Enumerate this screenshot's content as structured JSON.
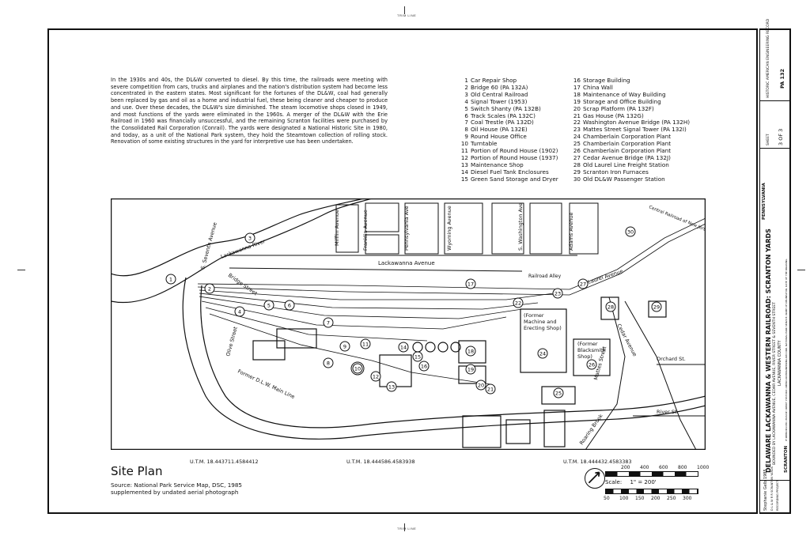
{
  "trim_line": "TRIM LINE",
  "history_text": "In the 1930s and 40s, the DL&W converted to diesel. By this time, the railroads were meeting with severe competition from cars, trucks and airplanes and the nation's distribution system had become less concentrated in the eastern states. Most significant for the fortunes of the DL&W, coal had generally been replaced by gas and oil as a home and industrial fuel, these being cleaner and cheaper to produce and use. Over these decades, the DL&W's size diminished. The steam locomotive shops closed in 1949, and most functions of the yards were eliminated in the 1960s. A merger of the DL&W with the Erie Railroad in 1960 was financially unsuccessful, and the remaining Scranton facilities were purchased by the Consolidated Rail Corporation (Conrail). The yards were designated a National Historic Site in 1980, and today, as a unit of the National Park system, they hold the Steamtown collection of rolling stock. Renovation of some existing structures in the yard for interpretive use has been undertaken.",
  "legend_left": [
    {
      "n": "1",
      "label": "Car Repair Shop"
    },
    {
      "n": "2",
      "label": "Bridge 60 (PA 132A)"
    },
    {
      "n": "3",
      "label": "Old Central Railroad"
    },
    {
      "n": "4",
      "label": "Signal Tower (1953)"
    },
    {
      "n": "5",
      "label": "Switch Shanty (PA 132B)"
    },
    {
      "n": "6",
      "label": "Track Scales (PA 132C)"
    },
    {
      "n": "7",
      "label": "Coal Trestle (PA 132D)"
    },
    {
      "n": "8",
      "label": "Oil House (PA 132E)"
    },
    {
      "n": "9",
      "label": "Round House Office"
    },
    {
      "n": "10",
      "label": "Turntable"
    },
    {
      "n": "11",
      "label": "Portion of Round House (1902)"
    },
    {
      "n": "12",
      "label": "Portion of Round House (1937)"
    },
    {
      "n": "13",
      "label": "Maintenance Shop"
    },
    {
      "n": "14",
      "label": "Diesel Fuel Tank Enclosures"
    },
    {
      "n": "15",
      "label": "Green Sand Storage and Dryer"
    }
  ],
  "legend_right": [
    {
      "n": "16",
      "label": "Storage Building"
    },
    {
      "n": "17",
      "label": "China Wall"
    },
    {
      "n": "18",
      "label": "Maintenance of Way Building"
    },
    {
      "n": "19",
      "label": "Storage and Office Building"
    },
    {
      "n": "20",
      "label": "Scrap Platform (PA 132F)"
    },
    {
      "n": "21",
      "label": "Gas House (PA 132G)"
    },
    {
      "n": "22",
      "label": "Washington Avenue Bridge (PA 132H)"
    },
    {
      "n": "23",
      "label": "Mattes Street Signal Tower (PA 132I)"
    },
    {
      "n": "24",
      "label": "Chamberlain Corporation Plant"
    },
    {
      "n": "25",
      "label": "Chamberlain Corporation Plant"
    },
    {
      "n": "26",
      "label": "Chamberlain Corporation Plant"
    },
    {
      "n": "27",
      "label": "Cedar Avenue Bridge (PA 132J)"
    },
    {
      "n": "28",
      "label": "Old Laurel Line Freight Station"
    },
    {
      "n": "29",
      "label": "Scranton Iron Furnaces"
    },
    {
      "n": "30",
      "label": "Old DL&W Passenger Station"
    }
  ],
  "map": {
    "streets": {
      "mifflin": "Mifflin Avenue",
      "franklin": "Franklin Avenue",
      "penn": "Pennsylvania Ave",
      "wyoming": "Wyoming Avenue",
      "washington": "S. Washington Ave",
      "adams": "Adams Avenue",
      "lackawanna": "Lackawanna Avenue",
      "railroad_alley": "Railroad Alley",
      "laurel": "Laurel Avenue",
      "cedar": "Cedar Avenue",
      "mattes": "Mattes Street",
      "orchard": "Orchard St.",
      "river_st": "River St.",
      "seventh": "S. Seventh Avenue",
      "lackawanna_river": "Lackawanna River",
      "bridge_st": "Bridge Street",
      "olive": "Olive Street",
      "roaring_brook": "Roaring Brook",
      "former_main": "Former D.L.W. Main Line",
      "central_rr": "Central Railroad of New Jersey"
    },
    "areas": {
      "former_machine": [
        "(Former",
        "Machine and",
        "Erecting Shop)"
      ],
      "former_blacksmith": [
        "(Former",
        "Blacksmith",
        "Shop)"
      ]
    }
  },
  "utm": [
    "U.T.M. 18.443711.4584412",
    "U.T.M. 18.444586.4583938",
    "U.T.M. 18.444432.4583383"
  ],
  "site_title": "Site Plan",
  "source_line1": "Source: National Park Service Map, DSC, 1985",
  "source_line2": "supplemented by undated aerial photograph",
  "scale": {
    "label": "Scale:",
    "ratio": "1\" = 200'",
    "feet": [
      "200",
      "400",
      "600",
      "800",
      "1000"
    ],
    "meters": [
      "50",
      "100",
      "150",
      "200",
      "250",
      "300"
    ]
  },
  "title_block": {
    "main_title": "DELAWARE LACKAWANNA & WESTERN RAILROAD: SCRANTON YARDS",
    "subtitle": "BOUNDED BY LACKAWANNA AVENUE, CEDAR AVENUE, RIVER STREET & SEVENTH STREET",
    "location": "SCRANTON",
    "county": "LACKAWANNA COUNTY",
    "state": "PENNSYLVANIA",
    "credit": "IF REPRODUCED, PLEASE CREDIT: HISTORIC AMERICAN ENGINEERING RECORD, NATIONAL PARK SERVICE, NAME OF DELINEATOR, DATE OF THE DRAWING",
    "delineator": "Stephanie Gelb 1985",
    "project": "D L & W R R SCRANTON YARDS",
    "recording": "RECORDING PROJECT",
    "sheet_label": "SHEET",
    "sheet": "3 OF 3",
    "record_label": "HISTORIC AMERICAN ENGINEERING RECORD",
    "record_no": "PA 132"
  }
}
